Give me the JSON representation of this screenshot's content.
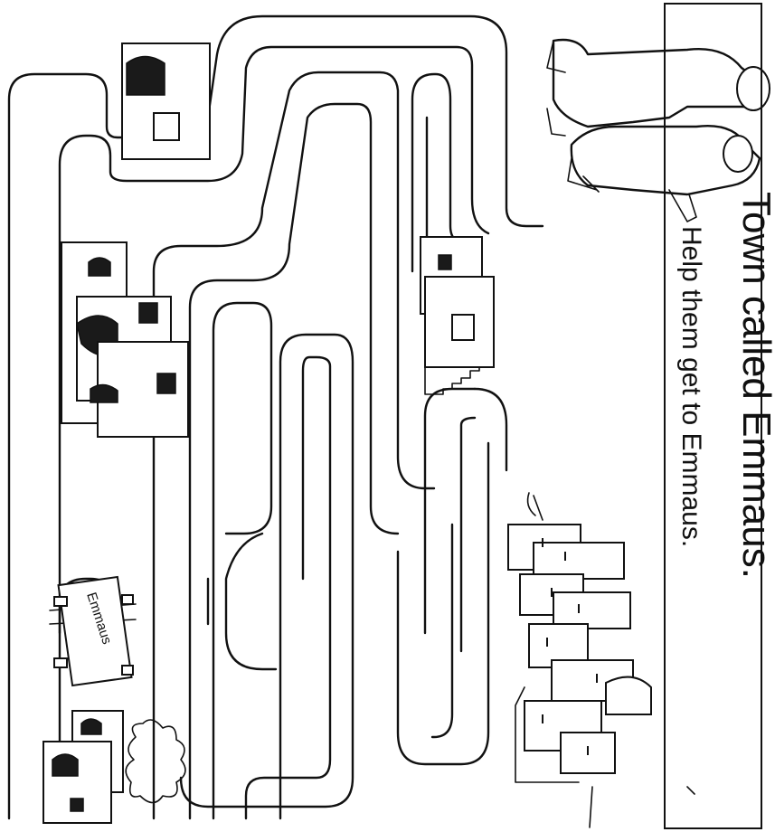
{
  "heading": "Town called Emmaus.",
  "instruction": "Help them get to Emmaus.",
  "sign_label": "Emmaus"
}
